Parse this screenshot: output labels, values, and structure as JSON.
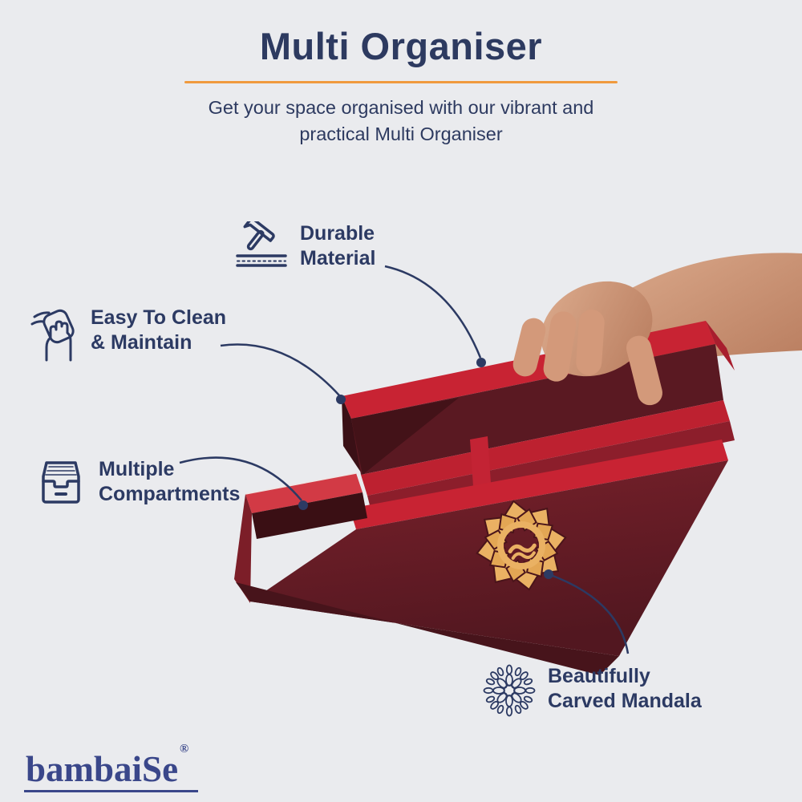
{
  "colors": {
    "background": "#eaebee",
    "heading_navy": "#2d3a60",
    "callout_navy": "#2c3a63",
    "divider_orange": "#f09a3e",
    "logo_blue": "#3a478a",
    "box_red_bright": "#c82333",
    "box_red_dark": "#5a1922",
    "mandala_gold": "#eab163",
    "skin_tone": "#d3997a"
  },
  "header": {
    "title": "Multi Organiser",
    "subtitle_line1": "Get your space organised with our vibrant and",
    "subtitle_line2": "practical Multi Organiser"
  },
  "callouts": {
    "durable": {
      "icon": "hammer-icon",
      "line1": "Durable",
      "line2": "Material"
    },
    "clean": {
      "icon": "wipe-hand-icon",
      "line1": "Easy To Clean",
      "line2": "& Maintain"
    },
    "compartments": {
      "icon": "drawer-icon",
      "line1": "Multiple",
      "line2": "Compartments"
    },
    "mandala": {
      "icon": "mandala-icon",
      "line1": "Beautifully",
      "line2": "Carved Mandala"
    }
  },
  "product": {
    "item": "red wooden multi organiser with carved gold mandala, held by a hand"
  },
  "brand": {
    "logo_text": "bambaiSe",
    "registered_mark": "®"
  }
}
